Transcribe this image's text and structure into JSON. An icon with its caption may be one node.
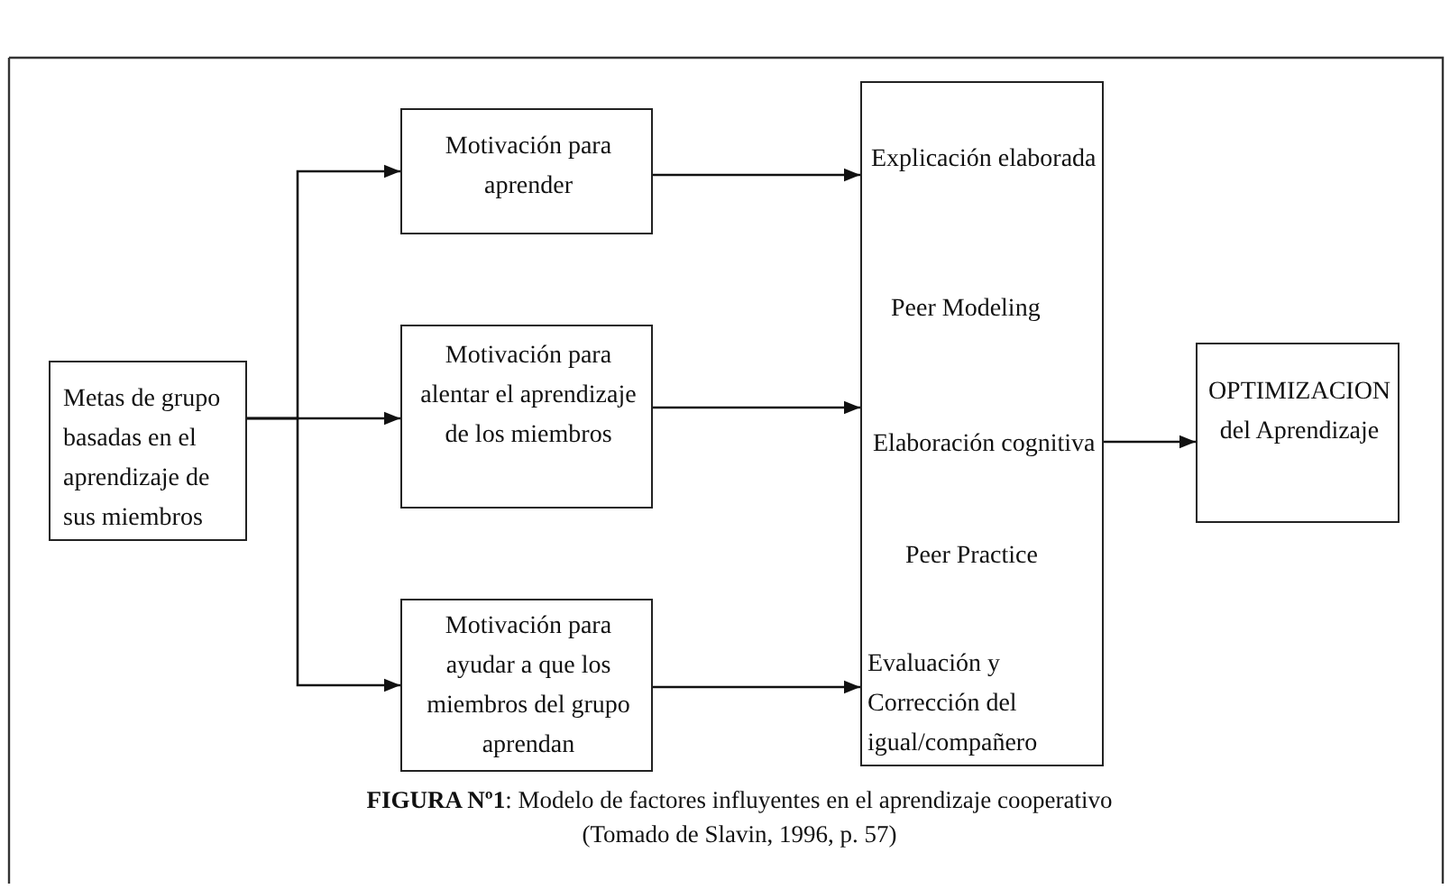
{
  "diagram": {
    "caption": "**FIGURA Nº1**: Modelo de factores influyentes en el aprendizaje cooperativo (Tomado de Slavin, 1996, p. 57)",
    "nodes": [
      {
        "text": [
          "Metas de grupo basadas en el aprendizaje de sus miembros"
        ]
      },
      {
        "text": [
          "Motivación para aprender"
        ]
      },
      {
        "text": [
          "Motivación para alentar el aprendizaje de los miembros"
        ]
      },
      {
        "text": [
          "Motivación para ayudar a que los miembros del grupo aprendan"
        ]
      },
      {
        "text": [
          "Explicación elaborada",
          "Peer Modeling",
          "Elaboración cognitiva",
          "Peer Practice",
          "Evaluación y Corrección del igual/compañero"
        ]
      },
      {
        "text": [
          "OPTIMIZACION",
          "del Aprendizaje"
        ]
      }
    ],
    "edges": [
      {
        "from": 0,
        "to": 1,
        "arrow": "to"
      },
      {
        "from": 0,
        "to": 2,
        "arrow": "to"
      },
      {
        "from": 0,
        "to": 3,
        "arrow": "to"
      },
      {
        "from": 1,
        "to": 4,
        "arrow": "to"
      },
      {
        "from": 2,
        "to": 4,
        "arrow": "to"
      },
      {
        "from": 3,
        "to": 4,
        "arrow": "to"
      },
      {
        "from": 4,
        "to": 5,
        "arrow": "to"
      }
    ]
  }
}
